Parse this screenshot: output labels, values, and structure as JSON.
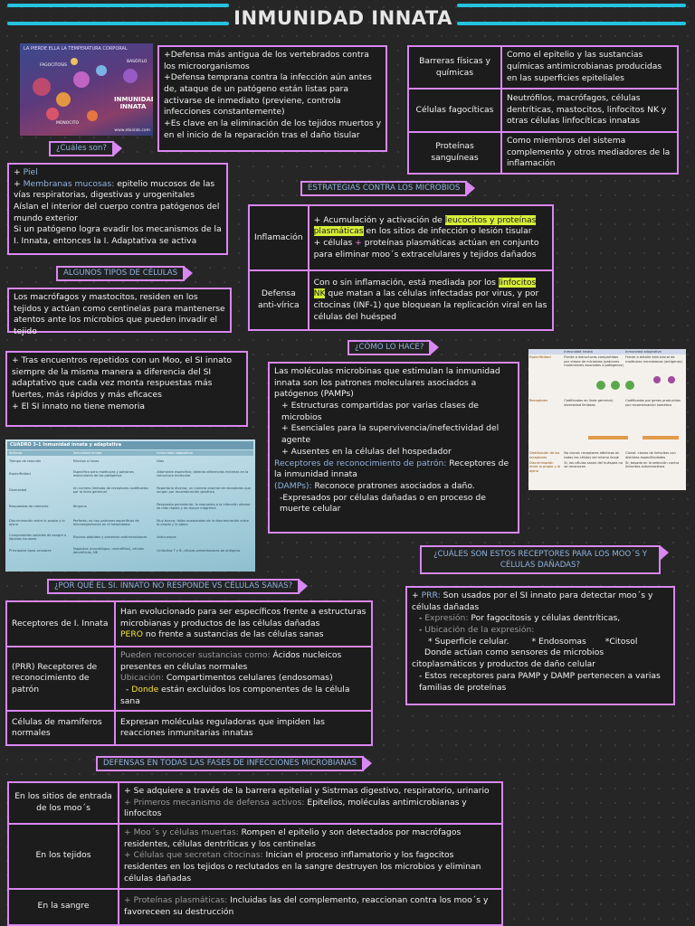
{
  "title": "INMUNIDAD INNATA",
  "colors": {
    "accent": "#d987f2",
    "bar": "#25c2e0",
    "link": "#8fb3e0",
    "highlight": "#d7ef37"
  },
  "hero_image": {
    "caption_lines": [
      "LA PIERDE ELLA LA TEMPERATURA CORPORAL"
    ],
    "small_labels": [
      "FAGOCITOSIS",
      "BASÓFILO",
      "MONOCITO"
    ],
    "badge_lines": [
      "INMUNIDAD",
      "INNATA"
    ],
    "credit": "www.ebiolab.com"
  },
  "intro": [
    "+Defensa más antigua de los vertebrados contra los microorganismos",
    "+Defensa temprana contra la infección aún antes de, ataque de un patógeno están listas para activarse de inmediato (previene, controla infecciones constantemente)",
    "+Es clave en la eliminación de los tejidos muertos y en el inicio de la reparación tras el daño tisular"
  ],
  "components": [
    {
      "key": "Barreras físicas y químicas",
      "value": "Como el epitelio y las sustancias químicas antimicrobianas producidas en las superficies epiteliales"
    },
    {
      "key": "Células fagocíticas",
      "value": "Neutrófilos, macrófagos, células dentríticas, mastocitos, linfocitos NK y otras células linfocíticas innatas"
    },
    {
      "key": "Proteínas sanguíneas",
      "value": "Como miembros del sistema complemento y otros mediadores de la inflamación"
    }
  ],
  "cuales_tag": "¿Cuáles son?",
  "cuales": {
    "piel": "Piel",
    "membranas_label": "Membranas mucosas:",
    "membranas_text": " epitelio mucosos de las vías respiratorias, digestivas y urogenitales",
    "line3": "Aíslan el interior del cuerpo contra patógenos del mundo exterior",
    "line4": "Si un patógeno logra evadir los mecanismos de la I. Innata, entonces la I. Adaptativa se activa"
  },
  "estrategias_tag": "ESTRATEGIAS CONTRA LOS MICROBIOS",
  "estrategias": [
    {
      "key": "Inflamación",
      "pre": "+ Acumulación y activación de ",
      "hl": "leucocitos y proteínas plasmáticas",
      "post": " en los sitios de infección o lesión tisular",
      "line2_pre": "+ células ",
      "line2_pink": "+",
      "line2_post": " proteínas plasmáticas actúan en conjunto para eliminar moo´s extracelulares y tejidos dañados"
    },
    {
      "key": "Defensa anti-vírica",
      "pre": "Con o sin inflamación, está mediada por los ",
      "hl": "linfocitos NK",
      "post": " que matan a las células infectadas por virus, y por citocinas (INF-1) que bloquean la replicación viral en las células del huésped"
    }
  ],
  "algunos_tag": "ALGUNOS TIPOS DE CÉLULAS",
  "algunos": "Los macrófagos y mastocitos, residen en los tejidos y actúan como centinelas para mantenerse atentos ante los microbios que pueden invadir el tejido",
  "como_tag": "¿CÓMO LO HACE?",
  "repetidos": [
    "+ Tras encuentros repetidos con un Moo, el SI innato siempre de la misma manera a diferencia del SI adaptativo que cada vez monta respuestas más fuertes, más rápidos y más eficaces",
    "+ El SI innato no tiene memoria"
  ],
  "como": {
    "p1": "Las moléculas microbinas que estimulan la inmunidad innata son los patrones moleculares asociados a patógenos (PAMPs)",
    "b1": "+ Estructuras compartidas por varias clases de microbios",
    "b2": "+ Esenciales para la supervivencia/inefectividad del agente",
    "b3": "+ Ausentes en la células del hospedador",
    "prr_label": "Receptores de reconocimiento de patrón:",
    "prr_text": " Receptores de la inmunidad innata",
    "damp_label": "(DAMPs):",
    "damp_text": " Reconoce pratrones asociados a daño.",
    "damp_sub": "-Expresados por células dañadas o en proceso de muerte celular"
  },
  "cuadro_left": {
    "title": "CUADRO 3-1   Inmunidad innata y adaptativa",
    "header": [
      "Atributo",
      "Inmunidad innata",
      "Inmunidad adaptativa"
    ],
    "rows": [
      [
        "Tiempo de reacción",
        "Minutos a horas",
        "Días"
      ],
      [
        "Especificidad",
        "Específico para moléculas y patrones moleculares de los patógenos",
        "Altamente específica; detecta diferencias mínimas en la estructura molecular"
      ],
      [
        "Diversidad",
        "Un número limitado de receptores codificados por la línea germinal",
        "Repertorio diverso; un número enorme de receptores que surgen por recombinación genética"
      ],
      [
        "Respuestas de memoria",
        "Ninguna",
        "Respuesta persistente; la respuesta a la infección ulterior es más rápida y de mayor magnitud"
      ],
      [
        "Discriminación entre lo propio y lo ajeno",
        "Perfecta; no hay patrones específicos de microorganismos en el hospedador",
        "Muy buena; fallos ocasionales de la discriminación entre lo propio y lo ajeno"
      ],
      [
        "Componentes solubles de sangre o líquidos tisulares",
        "Muchos péptidos y proteínas antimicrobianas",
        "Anticuerpos"
      ],
      [
        "Principales tipos celulares",
        "Fagocitos (macrófagos, neutrófilos), células dendríticas, NK",
        "Linfocitos T y B, células presentadoras de antígeno"
      ]
    ]
  },
  "cuadro_right": {
    "header": [
      "",
      "Inmunidad innata",
      "Inmunidad adaptativa"
    ],
    "rows": [
      [
        "Especificidad",
        "Frente a estructuras compartidas por clases de microbios (patrones moleculares asociados a patógenos)",
        "Frente a detalle estructural de moléculas microbianas (antígenos)"
      ],
      [
        "Receptores",
        "Codificados en línea germinal; diversidad limitada",
        "Codificados por genes producidos por recombinación somática"
      ],
      [
        "Distribución de los receptores",
        "No clonal: receptores idénticos en todas las células del mismo linaje",
        "Clonal: clones de linfocitos con distintas especificidades"
      ],
      [
        "Discriminación entre lo propio y lo ajeno",
        "Sí; las células sanas del huésped no se reconocen",
        "Sí; basada en la selección contra linfocitos autorreactivos"
      ]
    ]
  },
  "porque_tag": "¿POR QUÉ EL SI. INNATO NO RESPONDE VS CÉLULAS SANAS?",
  "porque": [
    {
      "key": "Receptores de I. Innata",
      "line1": "Han evolucionado para ser específicos frente a estructuras microbianas y productos de las células dañadas",
      "pero": "PERO",
      "line2": " no frente a sustancias de las células sanas"
    },
    {
      "key": "(PRR) Receptores de reconocimiento de patrón",
      "a_label": "Pueden reconocer sustancias como:",
      "a_text": " Ácidos nucleicos presentes en células normales",
      "b_label": "Ubicación:",
      "b_text": " Compartimentos celulares (endosomas)",
      "c_pre": "- ",
      "c_label": "Donde",
      "c_text": " están excluidos los componentes de la célula sana"
    },
    {
      "key": "Células de mamíferos normales",
      "text": "Expresan moléculas reguladoras que impiden las reacciones inmunitarias innatas"
    }
  ],
  "receptores_tag": "¿CUÁLES SON ESTOS RECEPTORES PARA LOS MOO´S Y CÉLULAS DAÑADAS?",
  "receptores": {
    "prr_label": "PRR:",
    "prr_text": " Son usados por el SI innato para detectar moo´s y células dañadas",
    "exp_label": "Expresión:",
    "exp_text": " Por fagocitosis y células dentríticas,",
    "ubi_label": "Ubicación de la expresión:",
    "locs": [
      "* Superficie celular.",
      "* Endosomas",
      "*Citosol"
    ],
    "donde": "Donde actúan como sensores de microbios citoplasmáticos y productos de daño celular",
    "estos": "- Estos receptores para PAMP y DAMP pertenecen a varias familias de proteínas"
  },
  "defensas_tag": "DEFENSAS EN TODAS LAS FASES DE INFECCIONES MICROBIANAS",
  "defensas": [
    {
      "key": "En los sitios de entrada de los moo´s",
      "l1": "+ Se adquiere a través de la barrera epitelial y Sistrmas digestivo, respiratorio, urinario",
      "l2_label": "+ Primeros mecanismo de defensa activos:",
      "l2_text": " Epitelios, moléculas antimicrobianas y linfocitos"
    },
    {
      "key": "En los tejidos",
      "l1_label": "+ Moo´s y células muertas:",
      "l1_text": " Rompen el epitelio y son detectados por macrófagos residentes, células dentríticas y los centinelas",
      "l2_label": "+ Células que secretan citocinas:",
      "l2_text": " Inician el proceso inflamatorio y los fagocitos residentes en los tejidos o reclutados en la sangre destruyen los microbios y eliminan células dañadas"
    },
    {
      "key": "En la sangre",
      "l1_label": "+ Proteínas plasmáticas:",
      "l1_text": " Incluidas las del complemento, reaccionan contra los moo´s y favoreceen su destrucción"
    }
  ]
}
